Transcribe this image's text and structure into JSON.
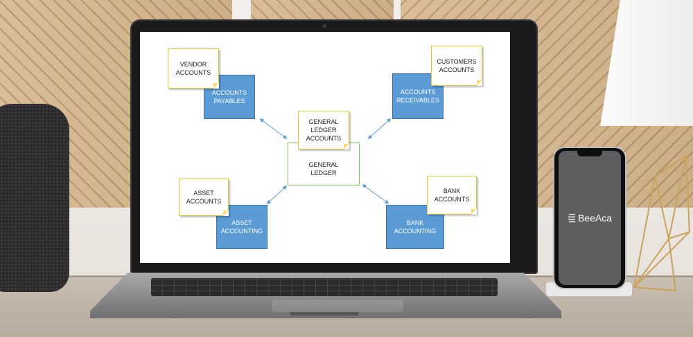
{
  "diagram": {
    "vendor_accounts": "VENDOR\nACCOUNTS",
    "accounts_payables": "ACCOUNTS\nPAYABLES",
    "customers_accounts": "CUSTOMERS\nACCOUNTS",
    "accounts_receivables": "ACCOUNTS\nRECEIVABLES",
    "general_ledger_accounts": "GENERAL\nLEDGER\nACCOUNTS",
    "general_ledger": "GENERAL\nLEDGER",
    "asset_accounts": "ASSET\nACCOUNTS",
    "asset_accounting": "ASSET\nACCOUNTING",
    "bank_accounts": "BANK\nACCOUNTS",
    "bank_accounting": "BANK\nACCOUNTING"
  },
  "phone": {
    "brand": "BeeAca"
  },
  "colors": {
    "module_blue": "#5b9bd5",
    "note_border": "#e8c62a",
    "ledger_border": "#7bbf5a",
    "arrow": "#5b9bd5"
  }
}
